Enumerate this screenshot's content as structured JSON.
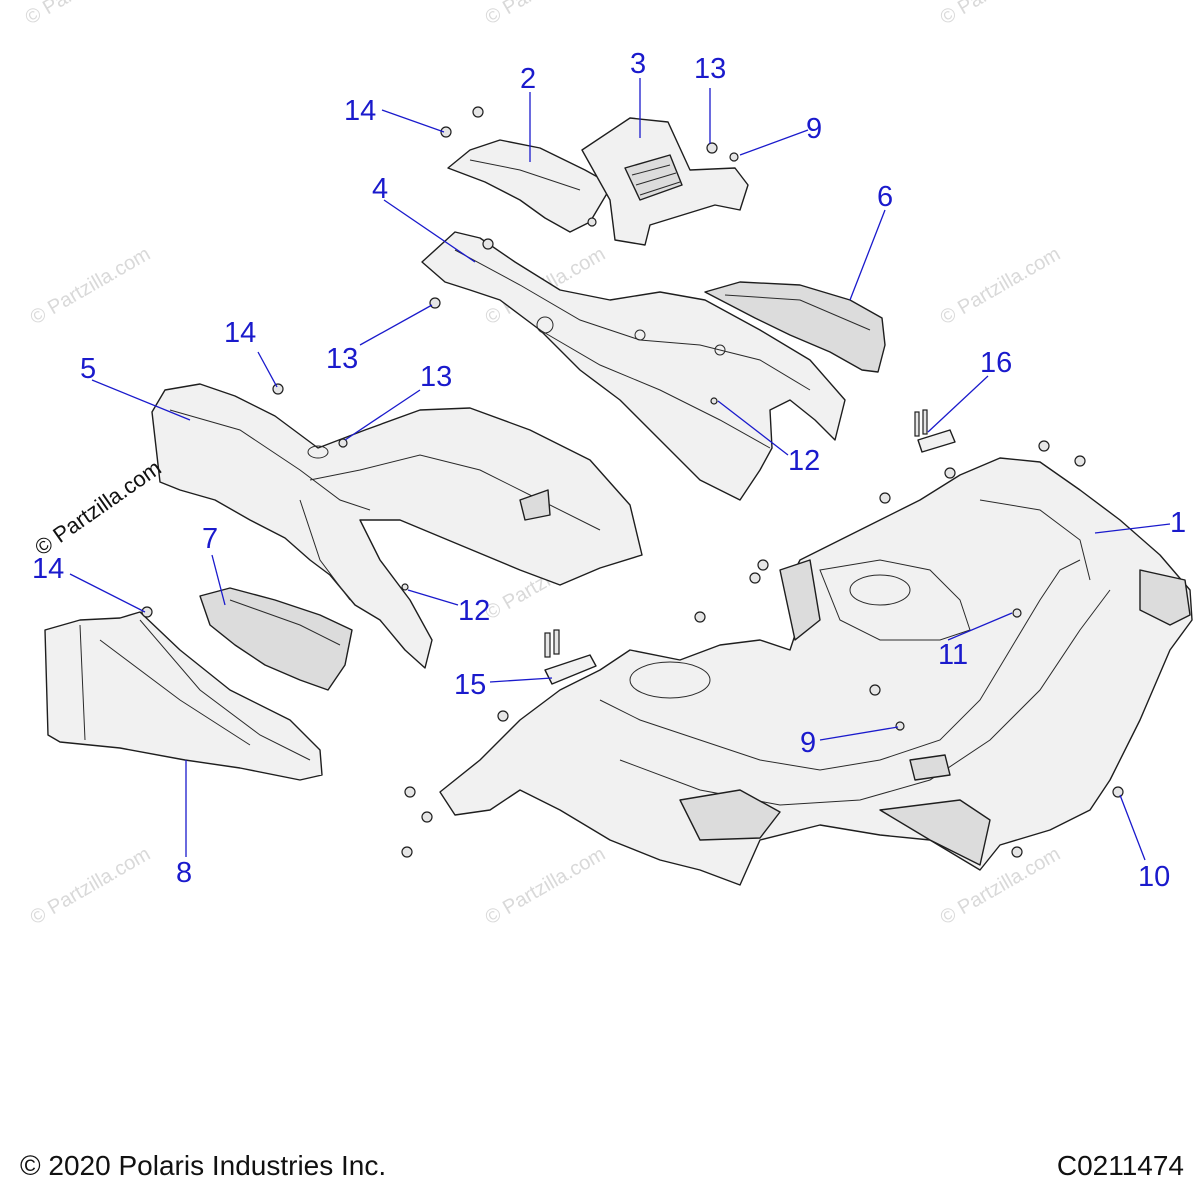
{
  "callouts": {
    "c1": "1",
    "c2": "2",
    "c3": "3",
    "c4": "4",
    "c5": "5",
    "c6": "6",
    "c7": "7",
    "c8": "8",
    "c9a": "9",
    "c9b": "9",
    "c10": "10",
    "c11": "11",
    "c12a": "12",
    "c12b": "12",
    "c13a": "13",
    "c13b": "13",
    "c13c": "13",
    "c14a": "14",
    "c14b": "14",
    "c14c": "14",
    "c15": "15",
    "c16": "16"
  },
  "watermark": {
    "text": "© Partzilla.com",
    "side_text": "© Partzilla.com"
  },
  "footer": {
    "copyright": "© 2020 Polaris Industries Inc.",
    "drawing_number": "C0211474"
  },
  "colors": {
    "callout": "#1a1acc",
    "line": "#1e1e1e",
    "part_fill": "#f1f1f1"
  }
}
